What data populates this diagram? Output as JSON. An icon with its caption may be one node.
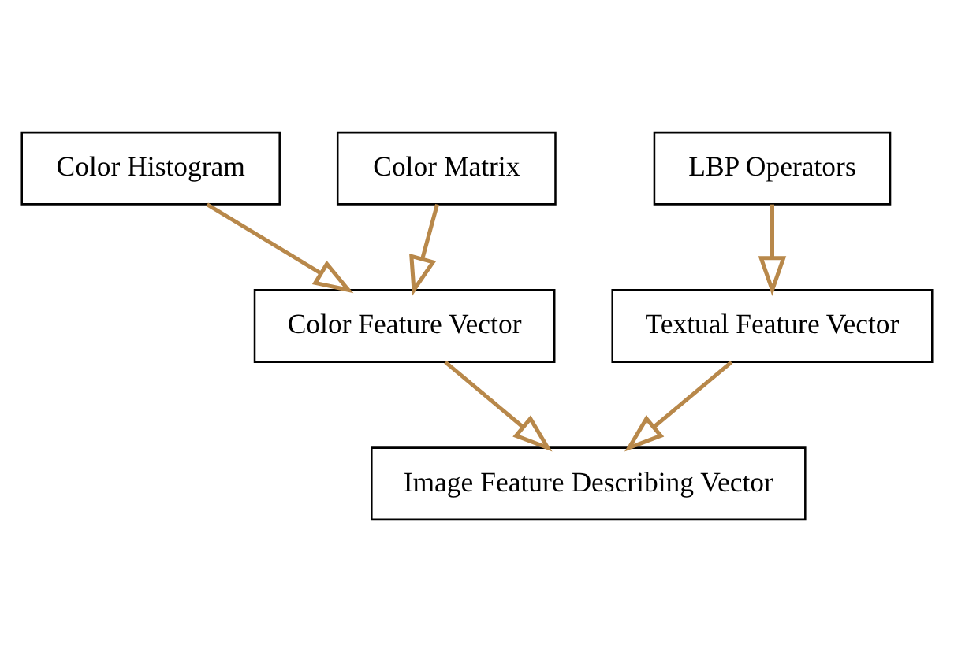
{
  "diagram": {
    "nodes": [
      {
        "text": [
          "Color Histogram"
        ]
      },
      {
        "text": [
          "Color Matrix"
        ]
      },
      {
        "text": [
          "LBP Operators"
        ]
      },
      {
        "text": [
          "Color Feature Vector"
        ]
      },
      {
        "text": [
          "Textual Feature Vector"
        ]
      },
      {
        "text": [
          "Image Feature Describing Vector"
        ]
      }
    ],
    "edges": [
      {
        "from": 0,
        "to": 3,
        "arrow": "to"
      },
      {
        "from": 1,
        "to": 3,
        "arrow": "to"
      },
      {
        "from": 2,
        "to": 4,
        "arrow": "to"
      },
      {
        "from": 3,
        "to": 5,
        "arrow": "to"
      },
      {
        "from": 4,
        "to": 5,
        "arrow": "to"
      }
    ]
  }
}
